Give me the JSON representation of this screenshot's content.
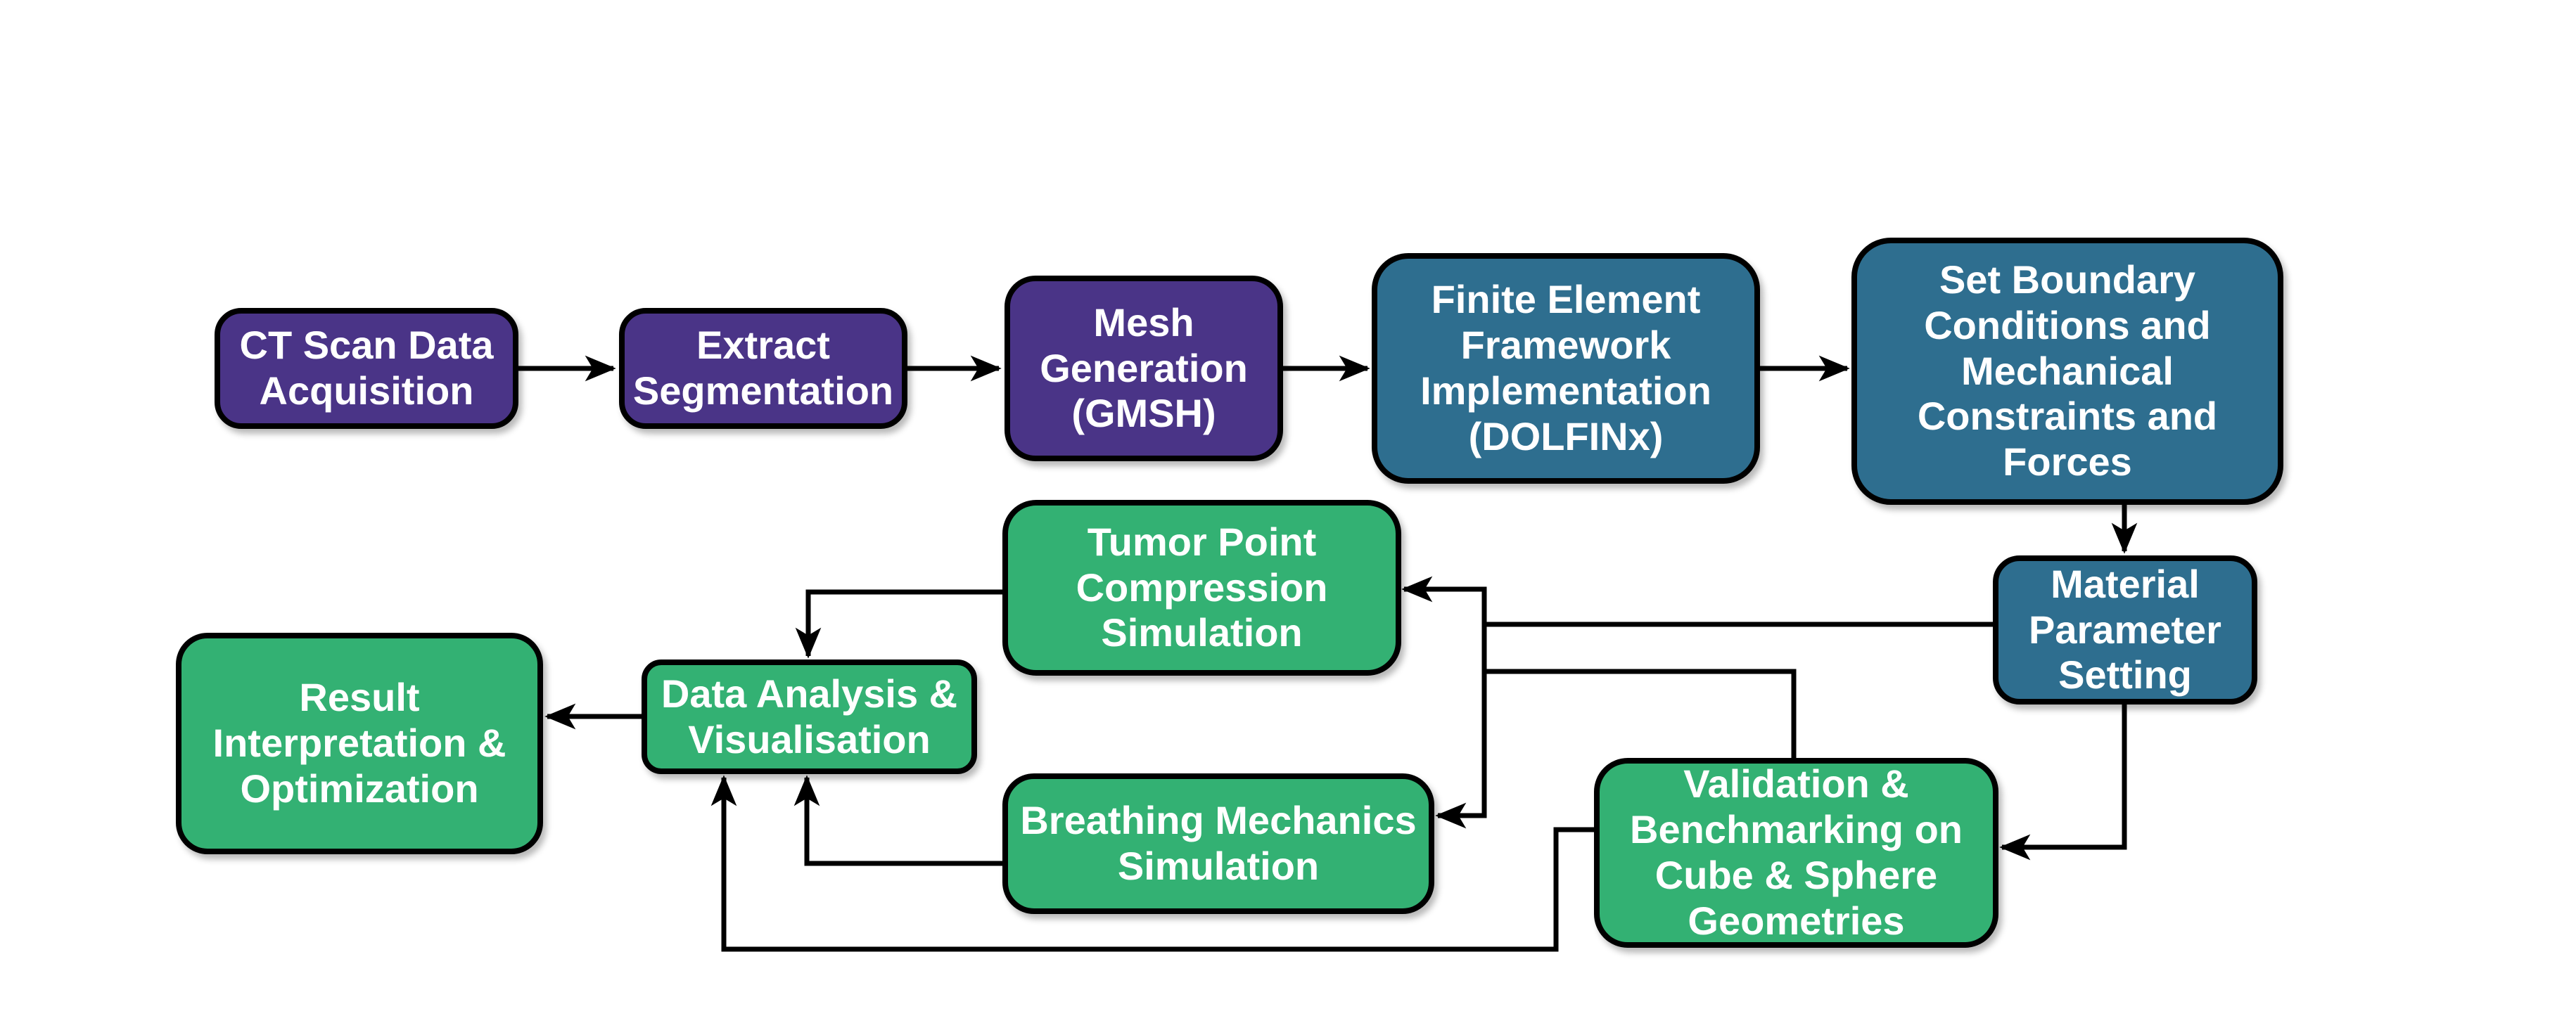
{
  "diagram": {
    "title": "Simulation pipeline flowchart",
    "palette": {
      "node_purple": "#4a3487",
      "node_teal": "#2e6e8f",
      "node_green": "#33b173",
      "connector_black": "#000000",
      "text_white": "#ffffff",
      "background": "#ffffff"
    },
    "nodes": {
      "ct_scan": {
        "label": "CT Scan Data\nAcquisition",
        "color": "purple"
      },
      "extract": {
        "label": "Extract\nSegmentation",
        "color": "purple"
      },
      "mesh": {
        "label": "Mesh\nGeneration\n(GMSH)",
        "color": "purple"
      },
      "fem": {
        "label": "Finite Element\nFramework\nImplementation\n(DOLFINx)",
        "color": "teal"
      },
      "boundary": {
        "label": "Set Boundary\nConditions and\nMechanical\nConstraints and\nForces",
        "color": "teal"
      },
      "mps": {
        "label": "Material\nParameter\nSetting",
        "color": "teal"
      },
      "tumor": {
        "label": "Tumor Point\nCompression\nSimulation",
        "color": "green"
      },
      "breathing": {
        "label": "Breathing Mechanics\nSimulation",
        "color": "green"
      },
      "validation": {
        "label": "Validation &\nBenchmarking on\nCube & Sphere\nGeometries",
        "color": "green"
      },
      "da": {
        "label": "Data Analysis &\nVisualisation",
        "color": "green"
      },
      "result": {
        "label": "Result\nInterpretation &\nOptimization",
        "color": "green"
      }
    },
    "edges": [
      {
        "from": "ct_scan",
        "to": "extract"
      },
      {
        "from": "extract",
        "to": "mesh"
      },
      {
        "from": "mesh",
        "to": "fem"
      },
      {
        "from": "fem",
        "to": "boundary"
      },
      {
        "from": "boundary",
        "to": "mps"
      },
      {
        "from": "mps",
        "to": "tumor"
      },
      {
        "from": "mps",
        "to": "breathing"
      },
      {
        "from": "validation",
        "to": "tumor"
      },
      {
        "from": "validation",
        "to": "breathing"
      },
      {
        "from": "mps",
        "to": "validation"
      },
      {
        "from": "tumor",
        "to": "da"
      },
      {
        "from": "breathing",
        "to": "da"
      },
      {
        "from": "validation",
        "to": "da"
      },
      {
        "from": "da",
        "to": "result"
      }
    ]
  }
}
